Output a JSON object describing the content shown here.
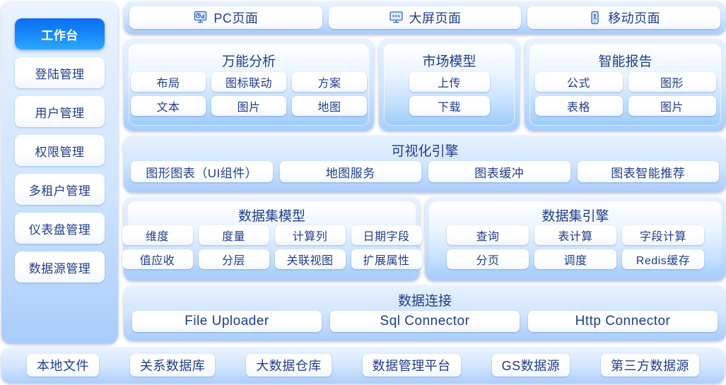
{
  "sidebar": {
    "items": [
      {
        "label": "工作台",
        "active": true
      },
      {
        "label": "登陆管理",
        "active": false
      },
      {
        "label": "用户管理",
        "active": false
      },
      {
        "label": "权限管理",
        "active": false
      },
      {
        "label": "多租户管理",
        "active": false
      },
      {
        "label": "仪表盘管理",
        "active": false
      },
      {
        "label": "数据源管理",
        "active": false
      }
    ]
  },
  "tabs": [
    {
      "label": "PC页面",
      "icon": "pc-monitor-icon"
    },
    {
      "label": "大屏页面",
      "icon": "large-screen-icon"
    },
    {
      "label": "移动页面",
      "icon": "mobile-phone-icon"
    }
  ],
  "modules": [
    {
      "title": "万能分析",
      "rows": [
        [
          "布局",
          "图标联动",
          "方案"
        ],
        [
          "文本",
          "图片",
          "地图"
        ]
      ]
    },
    {
      "title": "市场模型",
      "rows": [
        [
          "上传"
        ],
        [
          "下载"
        ]
      ]
    },
    {
      "title": "智能报告",
      "rows": [
        [
          "公式",
          "图形"
        ],
        [
          "表格",
          "图片"
        ]
      ]
    }
  ],
  "visual_engine": {
    "title": "可视化引擎",
    "items": [
      "图形图表（UI组件）",
      "地图服务",
      "图表缓冲",
      "图表智能推荐"
    ]
  },
  "datasets": [
    {
      "title": "数据集模型",
      "rows": [
        [
          "维度",
          "度量",
          "计算列",
          "日期字段"
        ],
        [
          "值应收",
          "分层",
          "关联视图",
          "扩展属性"
        ]
      ]
    },
    {
      "title": "数据集引擎",
      "rows": [
        [
          "查询",
          "表计算",
          "字段计算"
        ],
        [
          "分页",
          "调度",
          "Redis缓存"
        ]
      ]
    }
  ],
  "data_connection": {
    "title": "数据连接",
    "items": [
      "File Uploader",
      "Sql Connector",
      "Http Connector"
    ]
  },
  "bottom_bar": {
    "items": [
      "本地文件",
      "关系数据库",
      "大数据仓库",
      "数据管理平台",
      "GS数据源",
      "第三方数据源"
    ]
  },
  "colors": {
    "accent": "#0a6cf3",
    "text": "#1f3c8c",
    "band": "#cfe4fe",
    "pill": "#ffffff"
  }
}
